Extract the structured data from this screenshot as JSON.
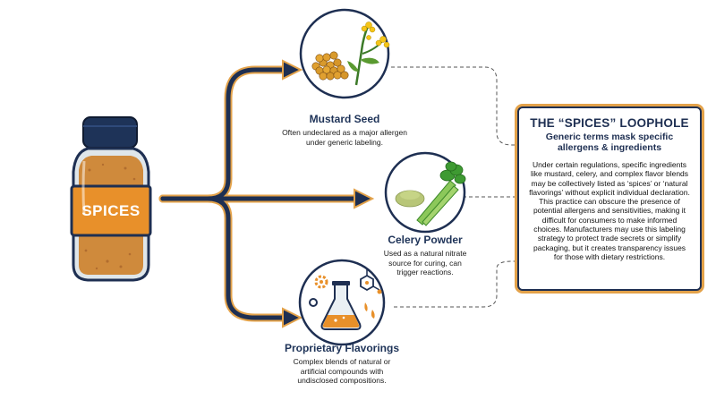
{
  "jar": {
    "label": "SPICES"
  },
  "items": [
    {
      "title": "Mustard Seed",
      "description": "Often undeclared as a major allergen under generic labeling.",
      "icon": "mustard-seed-icon"
    },
    {
      "title": "Celery Powder",
      "description": "Used as a natural nitrate source for curing, can trigger reactions.",
      "icon": "celery-icon"
    },
    {
      "title": "Proprietary Flavorings",
      "description": "Complex blends of natural or artificial compounds with undisclosed compositions.",
      "icon": "lab-flask-icon"
    }
  ],
  "panel": {
    "heading": "THE “SPICES” LOOPHOLE",
    "subheading": "Generic terms mask specific allergens & ingredients",
    "body": "Under certain regulations, specific ingredients like mustard, celery, and complex flavor blends may be collectively listed as ‘spices’ or ‘natural flavorings’ without explicit individual declaration. This practice can obscure the presence of potential allergens and sensitivities, making it difficult for consumers to make informed choices. Manufacturers may use this labeling strategy to protect trade secrets or simplify packaging, but it creates transparency issues for those with dietary restrictions."
  },
  "colors": {
    "navy": "#1e2f52",
    "orange": "#e3a24a",
    "jar_label": "#e8902a",
    "spice": "#cf8a3c"
  }
}
